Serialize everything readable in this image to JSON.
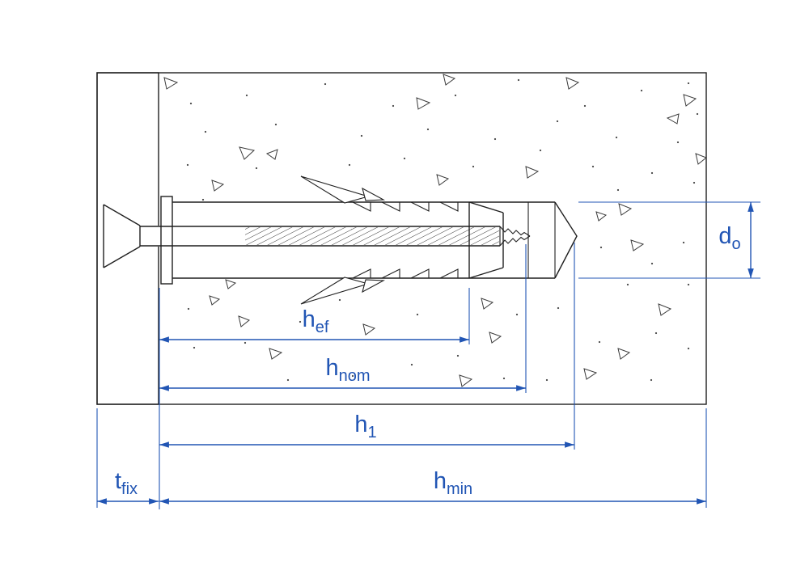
{
  "labels": {
    "d_o": {
      "base": "d",
      "sub": "o"
    },
    "h_ef": {
      "base": "h",
      "sub": "ef"
    },
    "h_nom": {
      "base": "h",
      "sub": "nom"
    },
    "h_1": {
      "base": "h",
      "sub": "1"
    },
    "h_min": {
      "base": "h",
      "sub": "min"
    },
    "t_fix": {
      "base": "t",
      "sub": "fix"
    }
  },
  "colors": {
    "accent": "#2155b4",
    "ink": "#1f1f1f",
    "background": "#ffffff"
  }
}
